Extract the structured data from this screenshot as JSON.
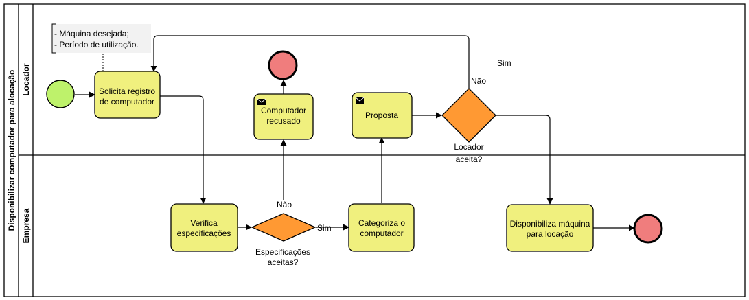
{
  "pool": {
    "label": "Disponibilizar computador para alocação",
    "lanes": {
      "locador": "Locador",
      "empresa": "Empresa"
    }
  },
  "annotation": {
    "line1": "- Máquina desejada;",
    "line2": "- Período de utilização."
  },
  "tasks": {
    "solicita": {
      "line1": "Solicita registro",
      "line2": "de computador"
    },
    "recusado": {
      "line1": "Computador",
      "line2": "recusado"
    },
    "proposta": {
      "line1": "Proposta"
    },
    "verifica": {
      "line1": "Verifica",
      "line2": "especificações"
    },
    "categoriza": {
      "line1": "Categoriza o",
      "line2": "computador"
    },
    "disponibiliza": {
      "line1": "Disponibiliza máquina",
      "line2": "para locação"
    }
  },
  "gateways": {
    "especificacoes": {
      "line1": "Especificações",
      "line2": "aceitas?",
      "yes": "Sim",
      "no": "Não"
    },
    "locador": {
      "line1": "Locador",
      "line2": "aceita?",
      "yes": "Sim",
      "no": "Não"
    }
  },
  "colors": {
    "start": "#bef26b",
    "end": "#f07d7d",
    "task": "#f0f07e",
    "gateway": "#ff9933",
    "annotation_bg": "#f2f2f2"
  }
}
